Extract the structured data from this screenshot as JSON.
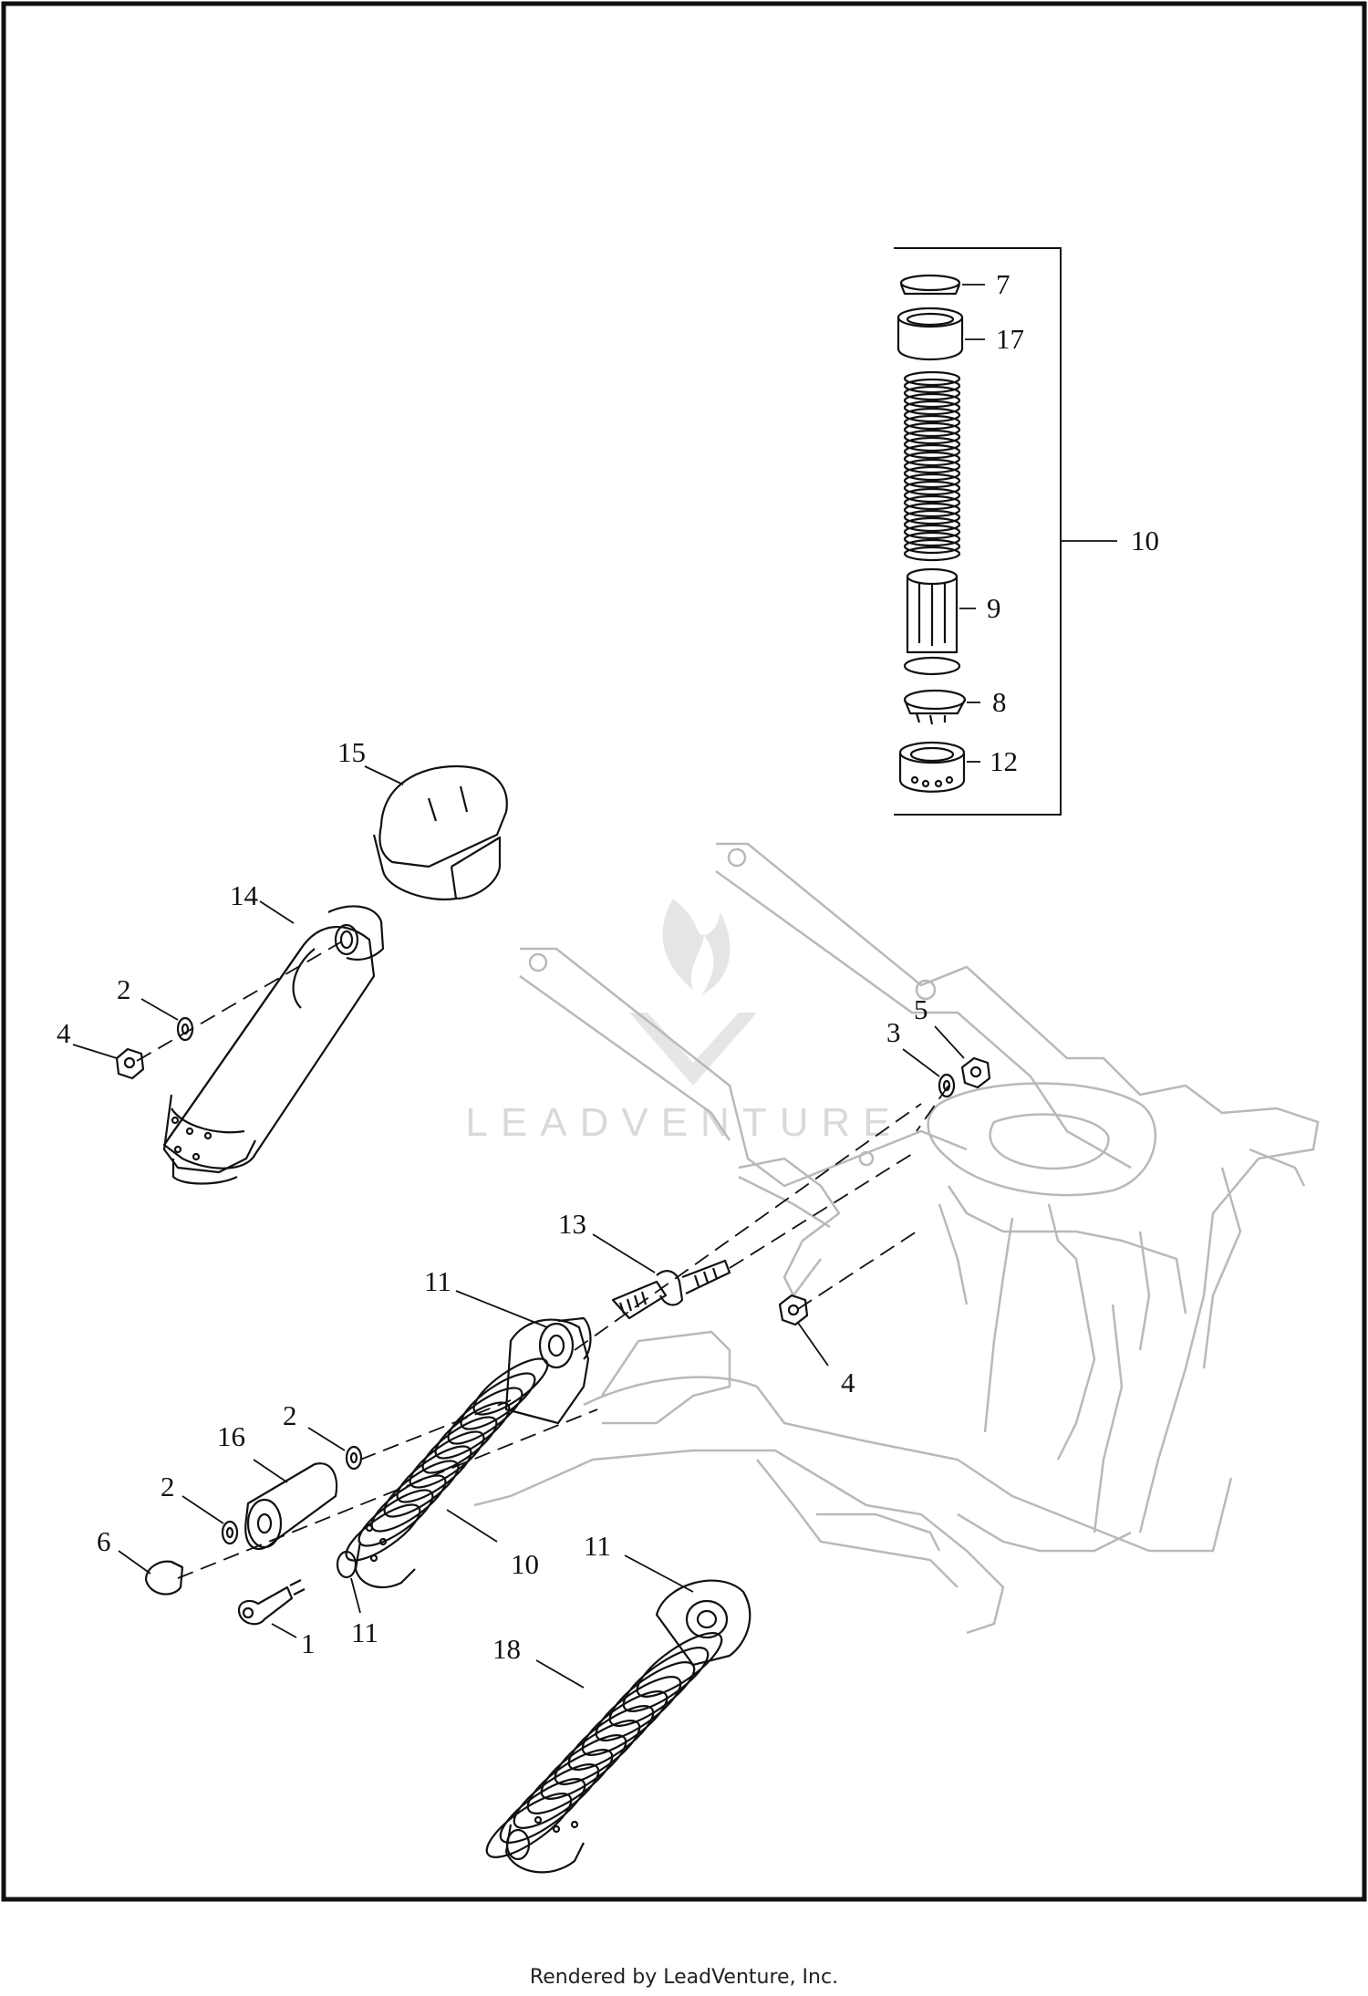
{
  "diagram": {
    "watermark": "LEADVENTURE",
    "callouts": [
      "7",
      "17",
      "10",
      "9",
      "8",
      "12",
      "15",
      "14",
      "2",
      "4",
      "3",
      "5",
      "13",
      "11",
      "4",
      "2",
      "16",
      "2",
      "6",
      "10",
      "11",
      "1",
      "11",
      "18"
    ]
  },
  "footer": {
    "text": "Rendered by LeadVenture, Inc."
  },
  "colors": {
    "line": "#111111",
    "frame": "#b9b9b9",
    "watermark": "#d9d9d9"
  }
}
